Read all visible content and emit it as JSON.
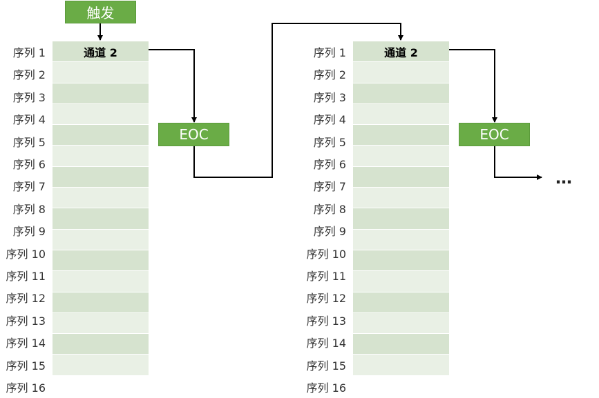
{
  "trigger": {
    "label": "触发"
  },
  "channels": [
    {
      "header": "通道 2",
      "eoc": "EOC",
      "sequences": [
        "序列 1",
        "序列 2",
        "序列 3",
        "序列 4",
        "序列 5",
        "序列 6",
        "序列 7",
        "序列 8",
        "序列 9",
        "序列 10",
        "序列 11",
        "序列 12",
        "序列 13",
        "序列 14",
        "序列 15",
        "序列 16"
      ]
    },
    {
      "header": "通道 2",
      "eoc": "EOC",
      "sequences": [
        "序列 1",
        "序列 2",
        "序列 3",
        "序列 4",
        "序列 5",
        "序列 6",
        "序列 7",
        "序列 8",
        "序列 9",
        "序列 10",
        "序列 11",
        "序列 12",
        "序列 13",
        "序列 14",
        "序列 15",
        "序列 16"
      ]
    }
  ],
  "continuation": "…",
  "colors": {
    "box_green": "#6aac46",
    "row_dark": "#d6e3cf",
    "row_light": "#e9f0e5",
    "arrow": "#000000"
  }
}
